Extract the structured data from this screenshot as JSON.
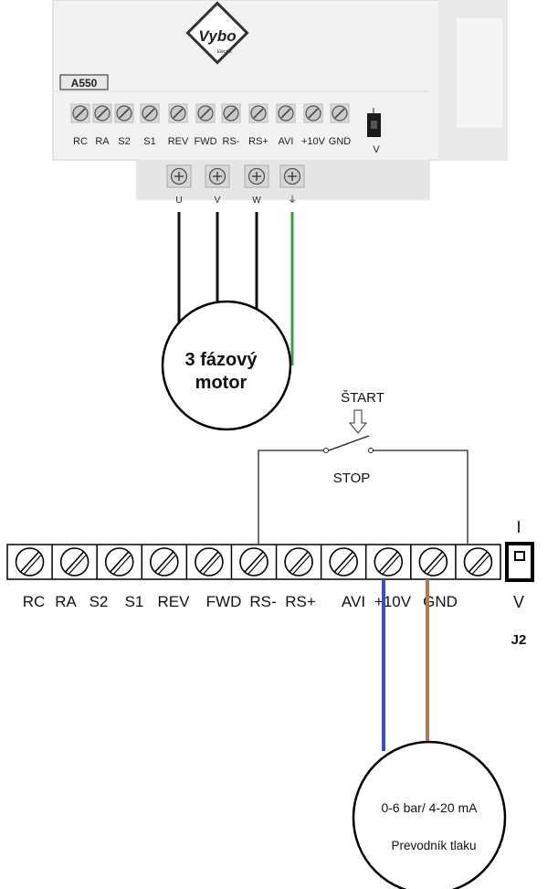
{
  "device": {
    "logo_text": "Vybo",
    "logo_sub": "Electric",
    "model": "A550",
    "top_terminals": [
      "RC",
      "RA",
      "S2",
      "S1",
      "REV",
      "FWD",
      "RS-",
      "RS+",
      "AVI",
      "+10V",
      "GND"
    ],
    "top_jumper_label": "V",
    "output_terminals": [
      "U",
      "V",
      "W",
      "⏚"
    ]
  },
  "motor": {
    "line1": "3 fázový",
    "line2": "motor"
  },
  "switch": {
    "label_top": "ŠTART",
    "label_bottom": "STOP"
  },
  "terminal_block": {
    "labels": [
      "RC",
      "RA",
      "S2",
      "S1",
      "REV",
      "FWD",
      "RS-",
      "RS+",
      "AVI",
      "+10V",
      "GND"
    ]
  },
  "jumper": {
    "label_top": "I",
    "label_bottom": "V",
    "name": "J2"
  },
  "sensor": {
    "line1": "0-6 bar/ 4-20 mA",
    "line2": "Prevodník tlaku"
  },
  "colors": {
    "ground_wire": "#2e9e3e",
    "avi_wire": "#3a4fc4",
    "plus10v_wire": "#b07a55",
    "wire": "#111111",
    "device_body": "#f1f1f1"
  }
}
